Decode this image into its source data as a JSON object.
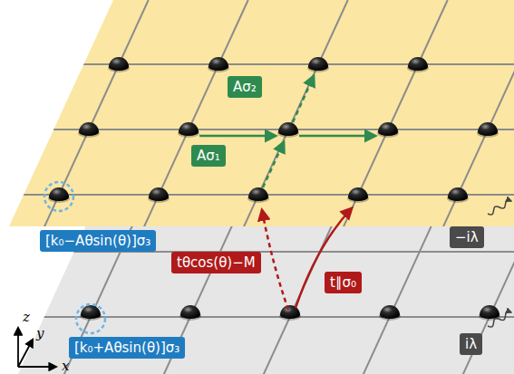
{
  "diagram": {
    "nodes": [
      {
        "text": [
          "Aσ₂"
        ]
      },
      {
        "text": [
          "Aσ₁"
        ]
      },
      {
        "text": [
          "−iλ"
        ]
      },
      {
        "text": [
          "[k₀−Aθsin(θ)]σ₃"
        ]
      },
      {
        "text": [
          "tθcos(θ)−M"
        ]
      },
      {
        "text": [
          "t∥σ₀"
        ]
      },
      {
        "text": [
          "iλ"
        ]
      },
      {
        "text": [
          "[k₀+Aθsin(θ)]σ₃"
        ]
      }
    ],
    "labels": [
      "z",
      "y",
      "x"
    ]
  }
}
